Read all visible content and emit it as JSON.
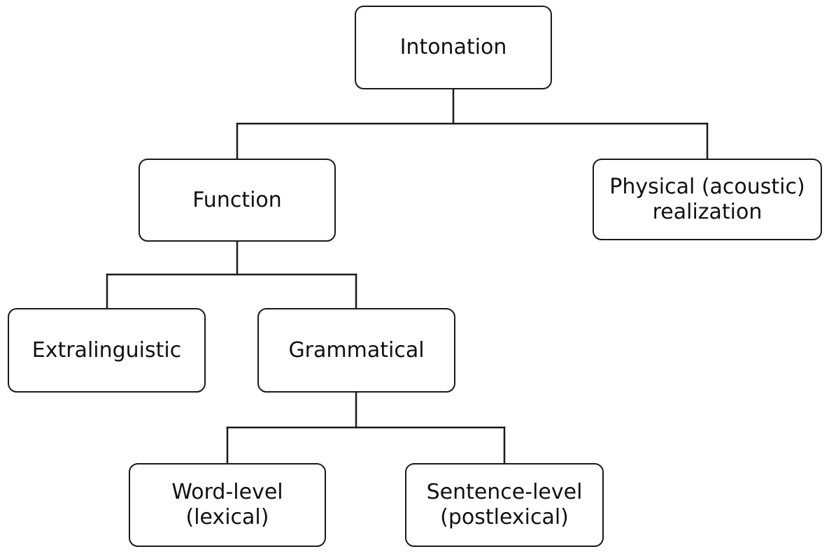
{
  "diagram": {
    "root": {
      "label": "Intonation"
    },
    "function": {
      "label": "Function"
    },
    "physical": {
      "label": "Physical (acoustic)\nrealization"
    },
    "extralinguistic": {
      "label": "Extralinguistic"
    },
    "grammatical": {
      "label": "Grammatical"
    },
    "word_level": {
      "label": "Word-level\n(lexical)"
    },
    "sentence_level": {
      "label": "Sentence-level\n(postlexical)"
    }
  }
}
